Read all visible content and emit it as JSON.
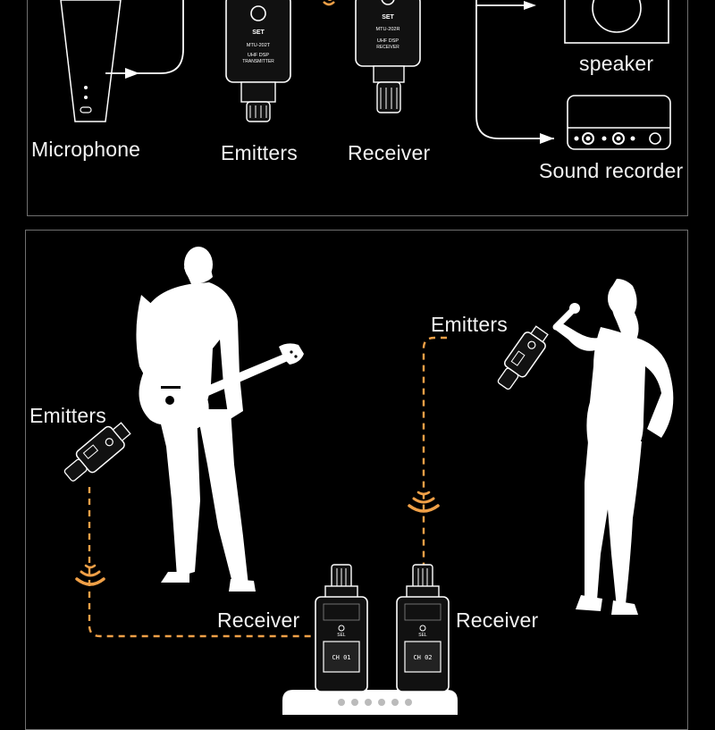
{
  "top_panel": {
    "labels": {
      "microphone": "Microphone",
      "emitters": "Emitters",
      "receiver": "Receiver",
      "speaker": "speaker",
      "sound_recorder": "Sound recorder"
    },
    "device_text": {
      "set": "SET",
      "transmitter_model": "MTU-202T",
      "transmitter_desc_1": "UHF DSP",
      "transmitter_desc_2": "TRANSMITTER",
      "receiver_model": "MTU-202R",
      "receiver_desc_1": "UHF DSP",
      "receiver_desc_2": "RECEIVER"
    }
  },
  "bottom_panel": {
    "labels": {
      "emitters_left": "Emitters",
      "emitters_right": "Emitters",
      "receiver_left": "Receiver",
      "receiver_right": "Receiver"
    },
    "receiver_screen": {
      "left_channel": "CH 01",
      "right_channel": "CH 02",
      "sel": "SEL"
    }
  },
  "colors": {
    "background": "#000000",
    "panel_border": "#6f6f6f",
    "signal_orange": "#f0a047",
    "silhouette": "#ffffff"
  }
}
